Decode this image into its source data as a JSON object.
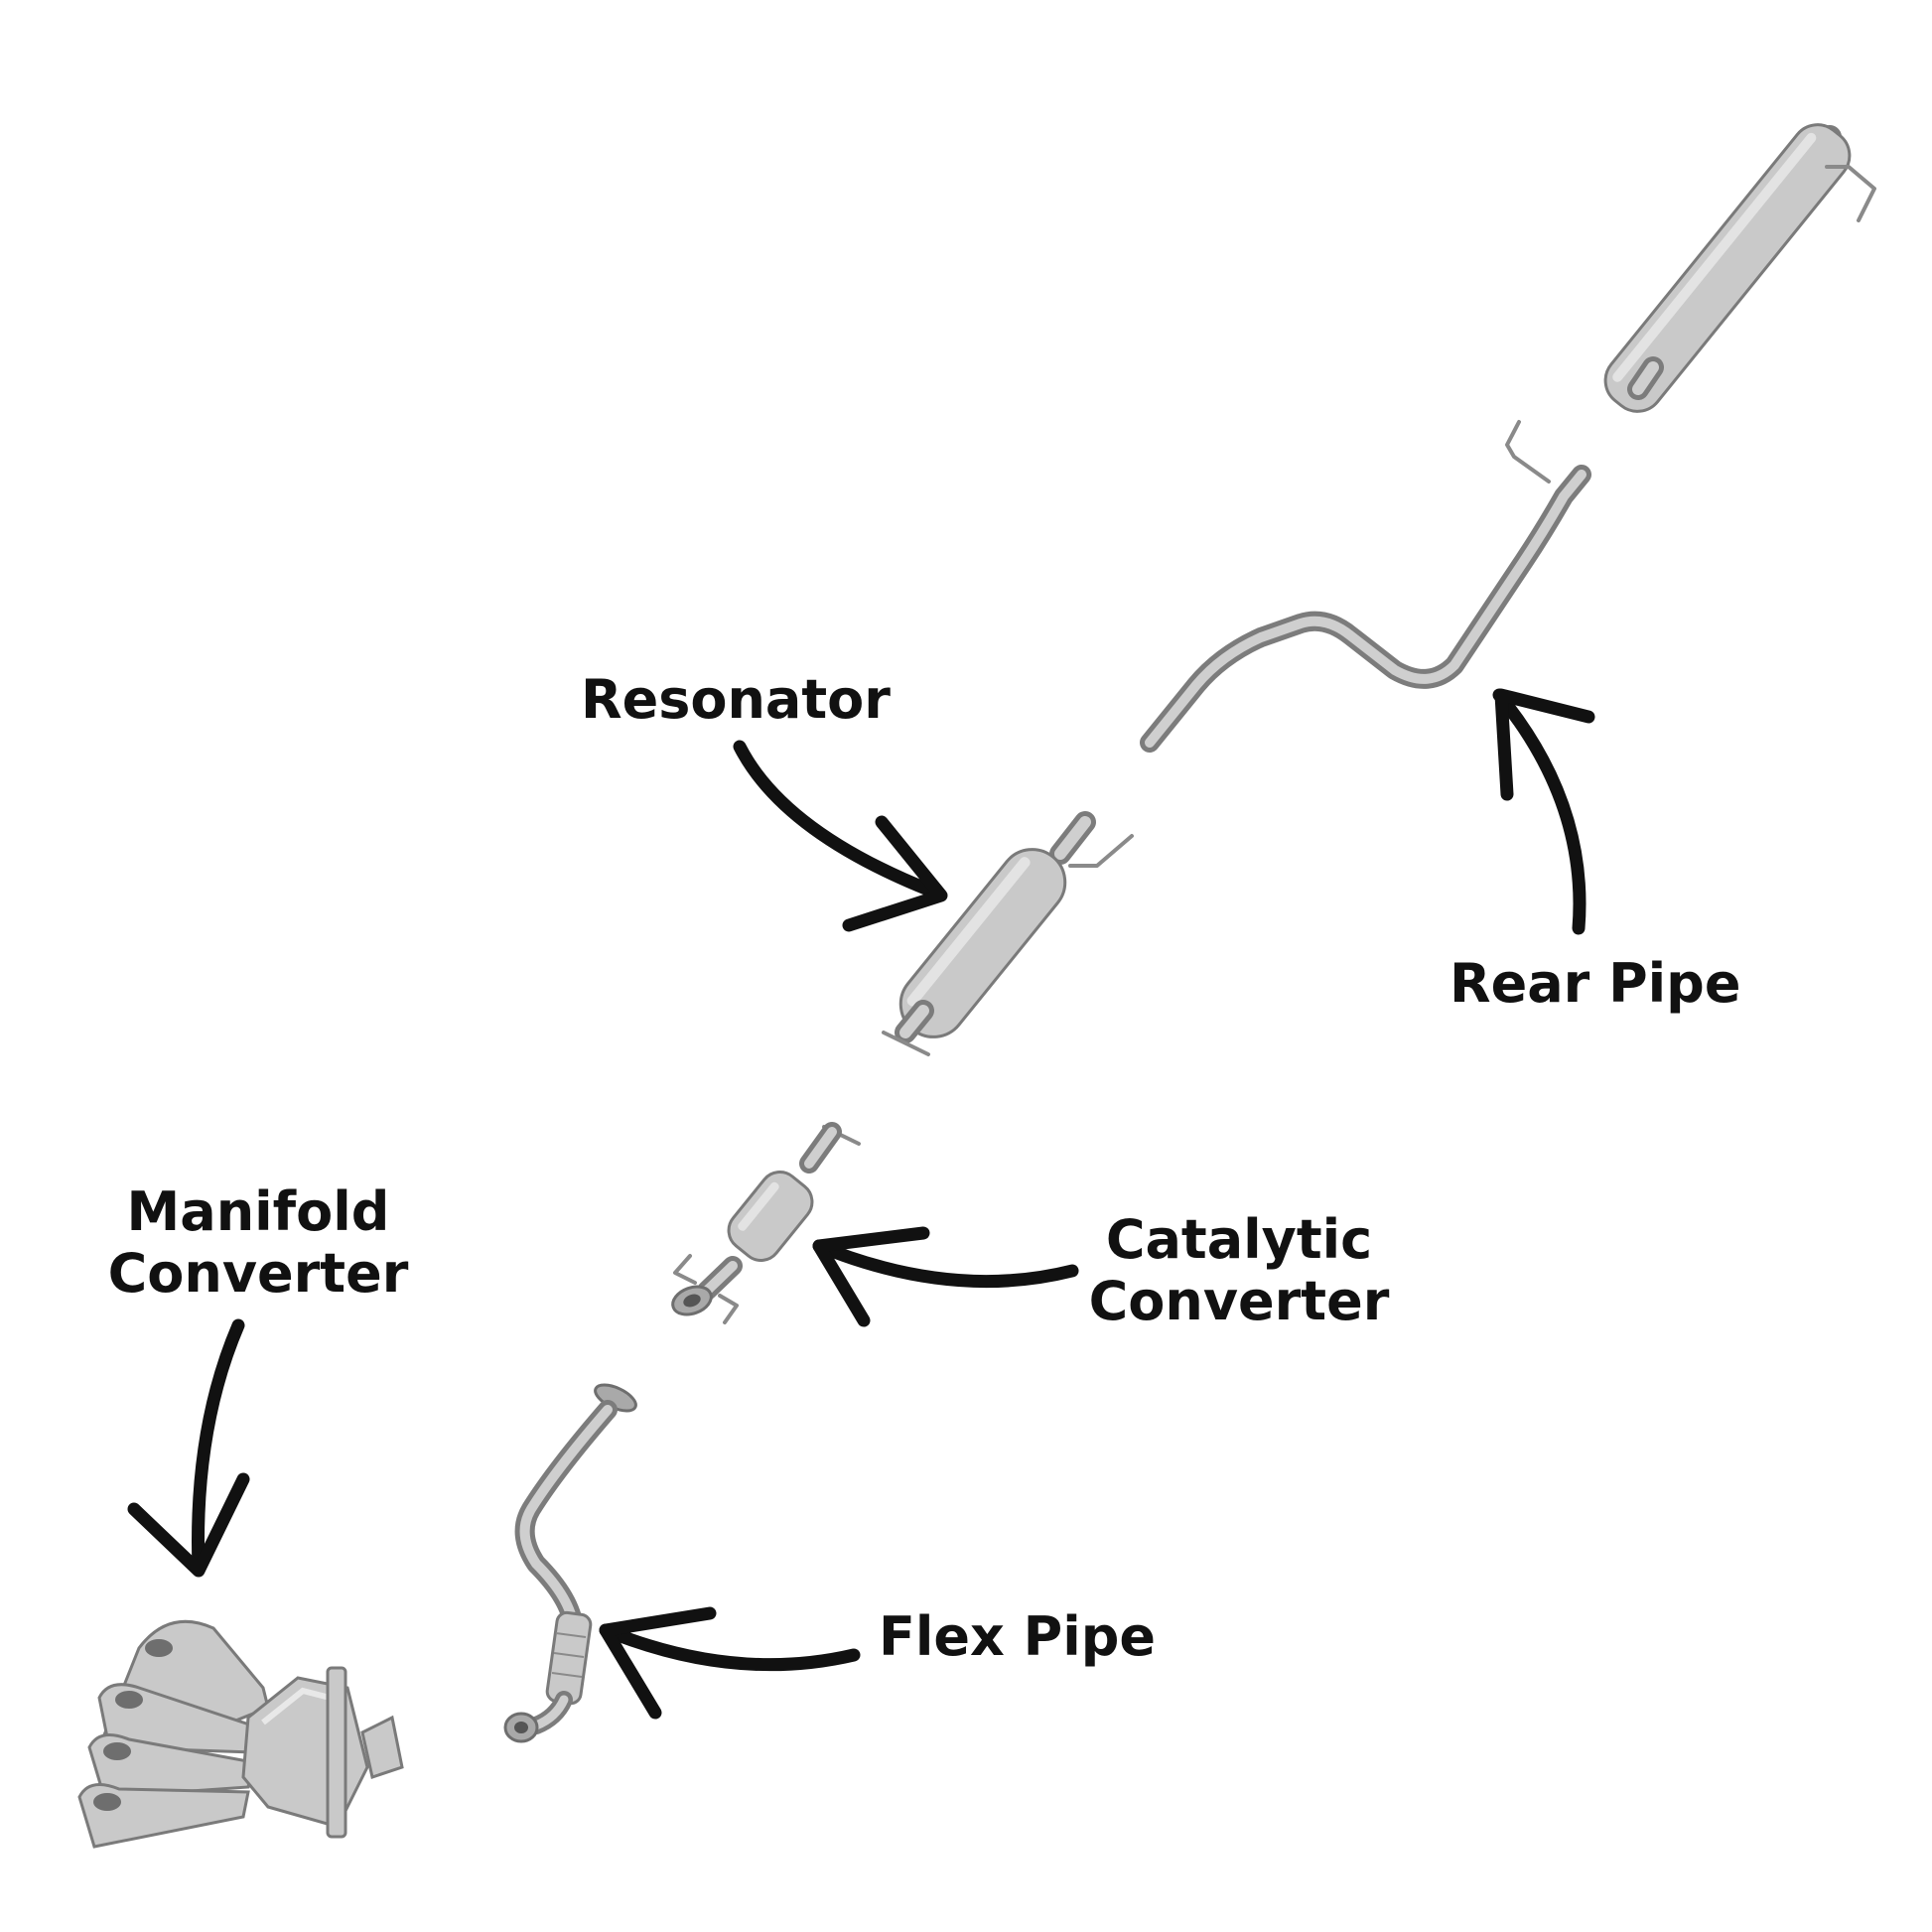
{
  "labels": {
    "resonator": "Resonator",
    "rear_pipe": "Rear Pipe",
    "manifold_converter": {
      "line1": "Manifold",
      "line2": "Converter"
    },
    "catalytic_converter": {
      "line1": "Catalytic",
      "line2": "Converter"
    },
    "flex_pipe": "Flex Pipe"
  },
  "colors": {
    "label_text": "#111111",
    "arrow": "#111111",
    "part_metal": "#c9c9c9",
    "background": "#ffffff"
  }
}
